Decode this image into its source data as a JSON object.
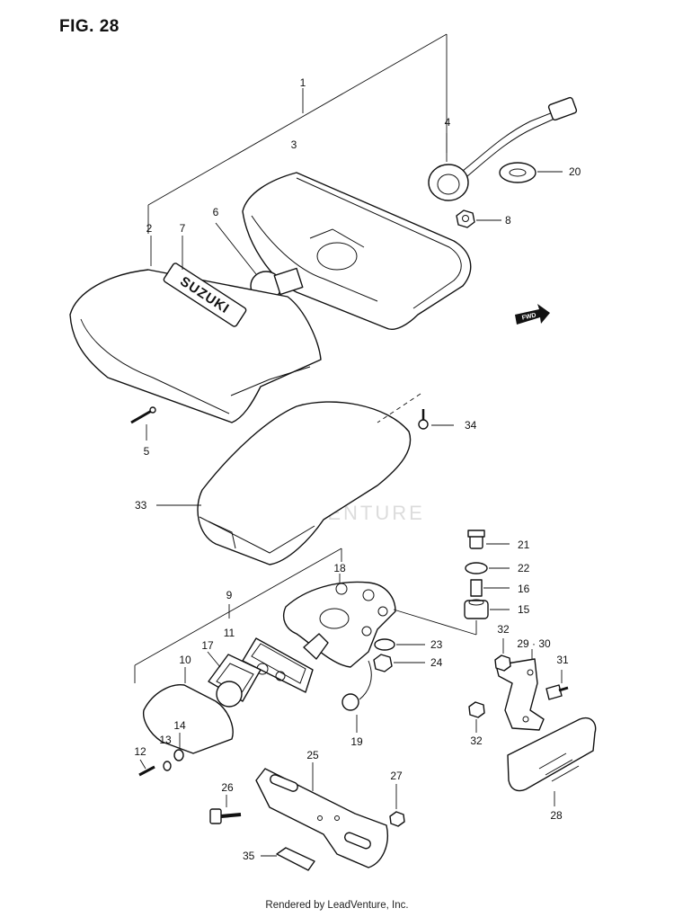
{
  "figure": {
    "title": "FIG. 28"
  },
  "brand_text": "SUZUKI",
  "fwd_text": "FWD",
  "watermark": "LEADVENTURE",
  "footer": "Rendered by LeadVenture, Inc.",
  "labels": {
    "p1": "1",
    "p2": "2",
    "p3": "3",
    "p4": "4",
    "p5": "5",
    "p6": "6",
    "p7": "7",
    "p8": "8",
    "p9": "9",
    "p10": "10",
    "p11": "11",
    "p12": "12",
    "p13": "13",
    "p14": "14",
    "p15": "15",
    "p16": "16",
    "p17": "17",
    "p18": "18",
    "p19": "19",
    "p20": "20",
    "p21": "21",
    "p22": "22",
    "p23": "23",
    "p24": "24",
    "p25": "25",
    "p26": "26",
    "p27": "27",
    "p28": "28",
    "p2930": "29 · 30",
    "p31": "31",
    "p32a": "32",
    "p32b": "32",
    "p33": "33",
    "p34": "34",
    "p35": "35"
  },
  "colors": {
    "line": "#111111",
    "background": "#ffffff",
    "watermark": "#dcdcdc"
  }
}
